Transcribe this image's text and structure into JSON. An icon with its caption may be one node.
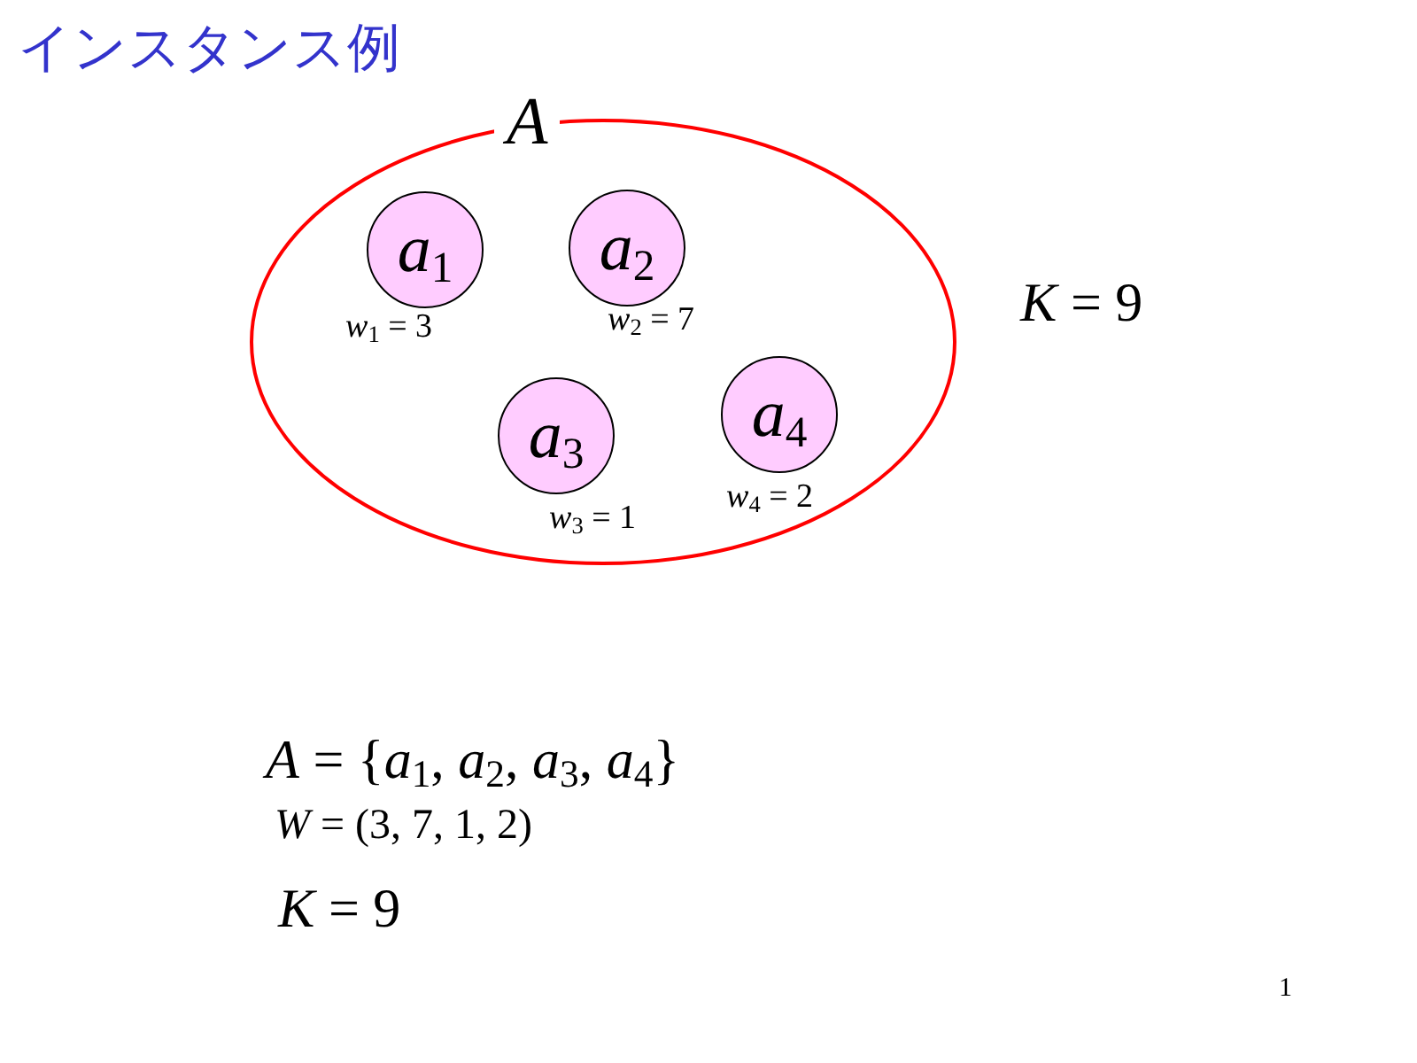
{
  "diagram": {
    "title": "インスタンス例",
    "nodes": [
      {
        "text": [
          "A"
        ]
      },
      {
        "text": [
          "*a*$_{1}$"
        ],
        "in": 0,
        "beside": [
          "*w*$_{1}$ = 3"
        ]
      },
      {
        "text": [
          "*a*$_{2}$"
        ],
        "in": 0,
        "beside": [
          "*w*$_{2}$ = 7"
        ]
      },
      {
        "text": [
          "*a*$_{3}$"
        ],
        "in": 0,
        "beside": [
          "*w*$_{3}$ = 1"
        ]
      },
      {
        "text": [
          "*a*$_{4}$"
        ],
        "in": 0,
        "beside": [
          "*w*$_{4}$ = 2"
        ]
      }
    ],
    "labels": [
      "*K* = 9",
      "*A* = {*a*$_{1}$, *a*$_{2}$, *a*$_{3}$, *a*$_{4}$}",
      "*W* = (3, 7, 1, 2)",
      "*K* = 9",
      "1"
    ]
  }
}
